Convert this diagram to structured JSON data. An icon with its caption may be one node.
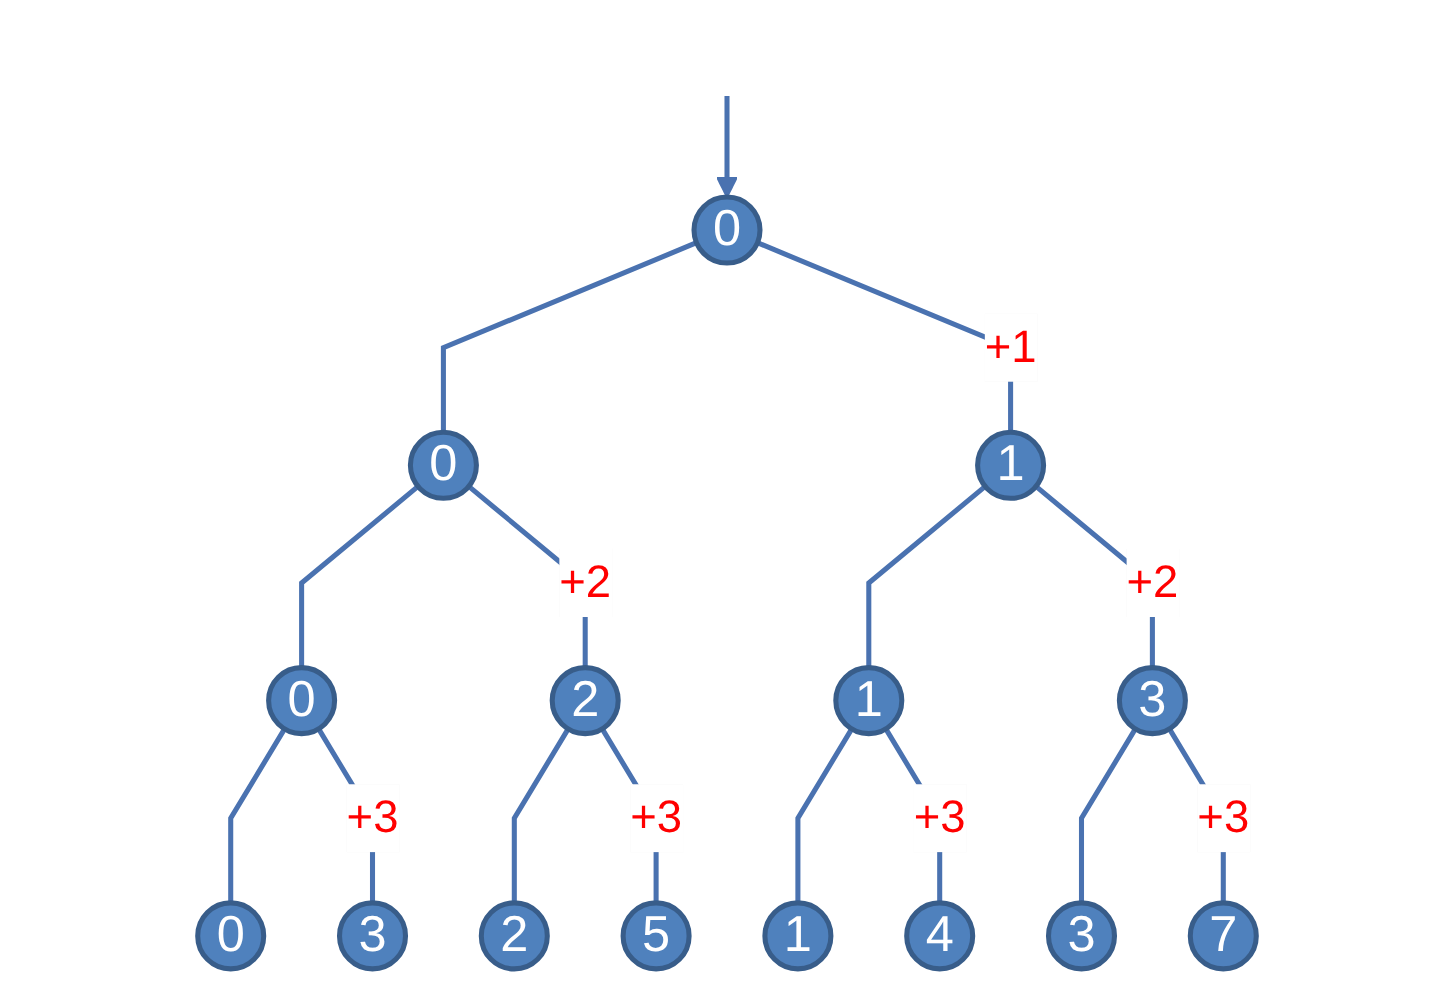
{
  "diagram": {
    "nodes": [
      {
        "text": [
          "0"
        ]
      },
      {
        "text": [
          "0"
        ]
      },
      {
        "text": [
          "1"
        ]
      },
      {
        "text": [
          "0"
        ]
      },
      {
        "text": [
          "2"
        ]
      },
      {
        "text": [
          "1"
        ]
      },
      {
        "text": [
          "3"
        ]
      },
      {
        "text": [
          "0"
        ]
      },
      {
        "text": [
          "3"
        ]
      },
      {
        "text": [
          "2"
        ]
      },
      {
        "text": [
          "5"
        ]
      },
      {
        "text": [
          "1"
        ]
      },
      {
        "text": [
          "4"
        ]
      },
      {
        "text": [
          "3"
        ]
      },
      {
        "text": [
          "7"
        ]
      }
    ],
    "edges": [
      {
        "from": null,
        "to": 0,
        "arrow": "to"
      },
      {
        "from": 0,
        "to": 1,
        "arrow": "none"
      },
      {
        "from": 0,
        "to": 2,
        "arrow": "none",
        "label": "+1"
      },
      {
        "from": 1,
        "to": 3,
        "arrow": "none"
      },
      {
        "from": 1,
        "to": 4,
        "arrow": "none",
        "label": "+2"
      },
      {
        "from": 2,
        "to": 5,
        "arrow": "none"
      },
      {
        "from": 2,
        "to": 6,
        "arrow": "none",
        "label": "+2"
      },
      {
        "from": 3,
        "to": 7,
        "arrow": "none"
      },
      {
        "from": 3,
        "to": 8,
        "arrow": "none",
        "label": "+3"
      },
      {
        "from": 4,
        "to": 9,
        "arrow": "none"
      },
      {
        "from": 4,
        "to": 10,
        "arrow": "none",
        "label": "+3"
      },
      {
        "from": 5,
        "to": 11,
        "arrow": "none"
      },
      {
        "from": 5,
        "to": 12,
        "arrow": "none",
        "label": "+3"
      },
      {
        "from": 6,
        "to": 13,
        "arrow": "none"
      },
      {
        "from": 6,
        "to": 14,
        "arrow": "none",
        "label": "+3"
      }
    ]
  }
}
